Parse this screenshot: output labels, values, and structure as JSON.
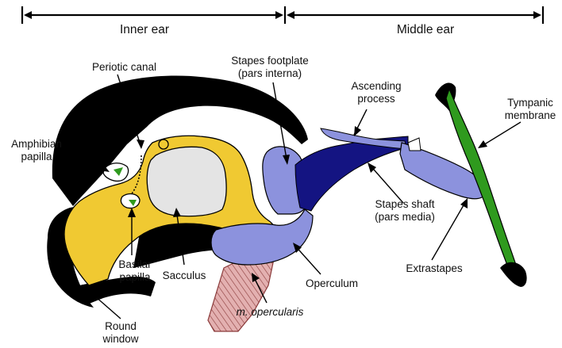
{
  "header": {
    "inner_ear": "Inner ear",
    "middle_ear": "Middle ear"
  },
  "labels": {
    "periotic_canal": "Periotic canal",
    "stapes_footplate_1": "Stapes footplate",
    "stapes_footplate_2": "(pars interna)",
    "ascending_1": "Ascending",
    "ascending_2": "process",
    "tympanic_1": "Tympanic",
    "tympanic_2": "membrane",
    "amphibian_1": "Amphibian",
    "amphibian_2": "papilla",
    "stapes_shaft_1": "Stapes shaft",
    "stapes_shaft_2": "(pars media)",
    "extrastapes": "Extrastapes",
    "basilar_1": "Basilar",
    "basilar_2": "papilla",
    "sacculus": "Sacculus",
    "operculum": "Operculum",
    "m_opercularis": "m. opercularis",
    "round_1": "Round",
    "round_2": "window"
  },
  "colors": {
    "bone": "#000000",
    "perilymph_yellow": "#f0c932",
    "sacculus_grey": "#e4e4e4",
    "stapes_light": "#8c92dd",
    "stapes_dark": "#141482",
    "tympanic_green": "#2f9a1e",
    "muscle_pink": "#d9a0a0"
  }
}
